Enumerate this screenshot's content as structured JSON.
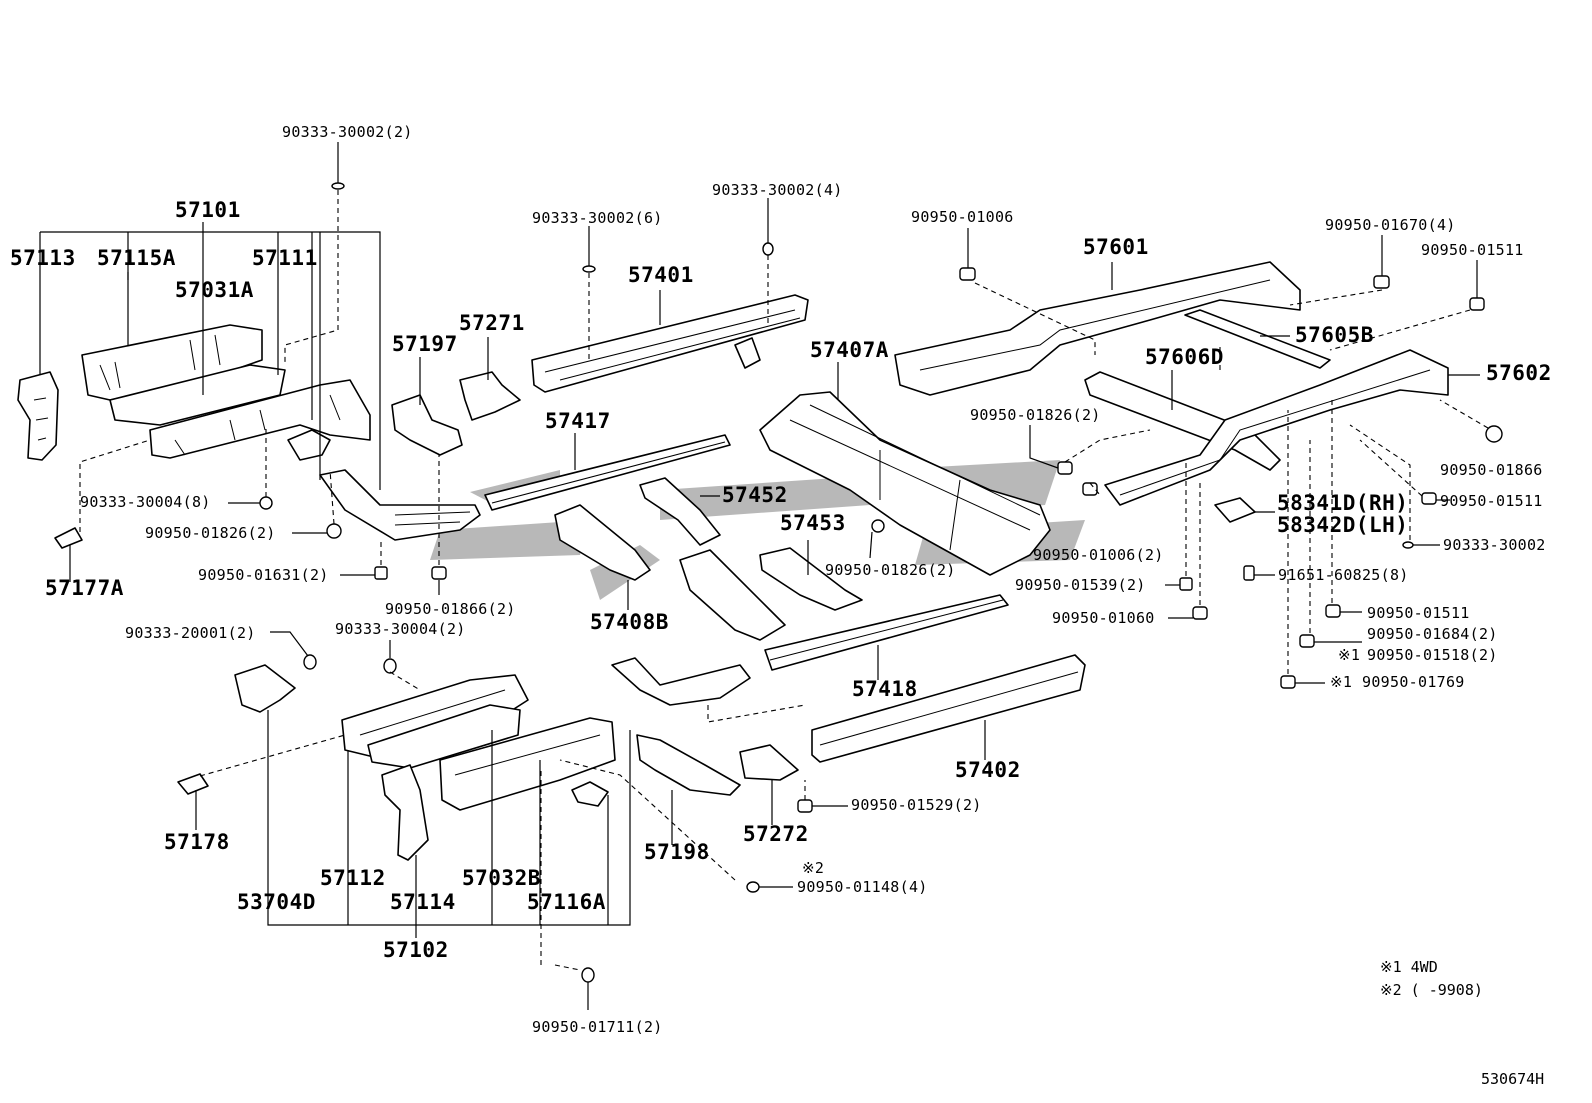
{
  "diagram": {
    "labels_large": {
      "p57101": "57101",
      "p57113": "57113",
      "p57115A": "57115A",
      "p57111": "57111",
      "p57031A": "57031A",
      "p57197": "57197",
      "p57271": "57271",
      "p57401": "57401",
      "p57601": "57601",
      "p57605B": "57605B",
      "p57407A": "57407A",
      "p57606D": "57606D",
      "p57602": "57602",
      "p57417": "57417",
      "p57452": "57452",
      "p57453": "57453",
      "p57408B": "57408B",
      "p58341D": "58341D(RH)",
      "p58342D": "58342D(LH)",
      "p57177A": "57177A",
      "p57418": "57418",
      "p57402": "57402",
      "p57178": "57178",
      "p57198": "57198",
      "p57272": "57272",
      "p57112": "57112",
      "p57032B": "57032B",
      "p53704D": "53704D",
      "p57114": "57114",
      "p57116A": "57116A",
      "p57102": "57102"
    },
    "labels_small": {
      "f1": "90333-30002(2)",
      "f2": "90333-30002(4)",
      "f3": "90333-30002(6)",
      "f4": "90950-01006",
      "f5": "90950-01670(4)",
      "f6": "90950-01511",
      "f7": "90950-01826(2)",
      "f8": "90950-01866",
      "f9": "90950-01511",
      "f10": "90333-30002",
      "f11": "90333-30004(8)",
      "f12": "90950-01826(2)",
      "f13": "90950-01631(2)",
      "f14": "90950-01866(2)",
      "f15": "90950-01826(2)",
      "f16": "90950-01006(2)",
      "f17": "90950-01539(2)",
      "f18": "90950-01060",
      "f19": "91651-60825(8)",
      "f20": "90950-01511",
      "f21": "90950-01684(2)",
      "f22": "90950-01518(2)",
      "f23": "90950-01769",
      "f24": "90333-20001(2)",
      "f25": "90333-30004(2)",
      "f26": "90950-01529(2)",
      "f27": "90950-01148(4)",
      "f28": "90950-01711(2)"
    },
    "marks": {
      "m1a": "※1",
      "m1b": "※1",
      "m2": "※2"
    },
    "notes": {
      "n1": "※1 4WD",
      "n2": "※2 (       -9908)"
    },
    "ref_code": "530674H"
  }
}
